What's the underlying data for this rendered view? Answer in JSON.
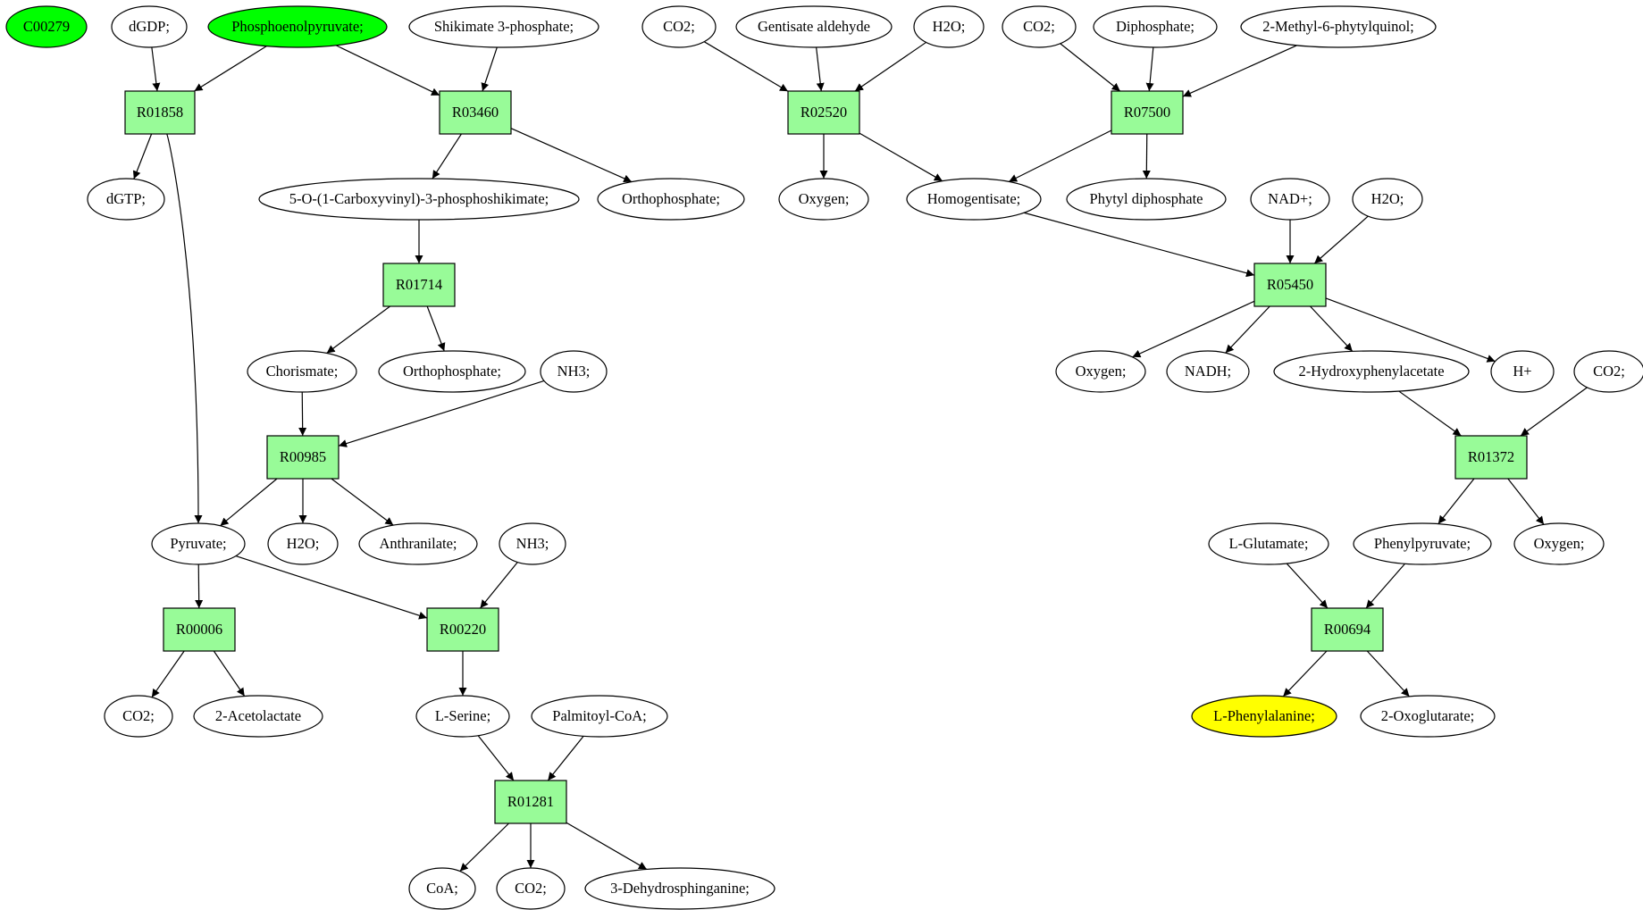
{
  "diagram": {
    "type": "metabolic-pathway-graph",
    "colors": {
      "reaction_fill": "#98fb98",
      "source_fill": "#00ff00",
      "target_fill": "#ffff00",
      "compound_fill": "#ffffff",
      "stroke": "#000000"
    },
    "nodes": [
      {
        "id": "c_c00279",
        "label": "C00279",
        "kind": "compound",
        "highlight": "source"
      },
      {
        "id": "c_dgdp",
        "label": "dGDP;",
        "kind": "compound"
      },
      {
        "id": "c_pep",
        "label": "Phosphoenolpyruvate;",
        "kind": "compound",
        "highlight": "source"
      },
      {
        "id": "c_shik3p",
        "label": "Shikimate 3-phosphate;",
        "kind": "compound"
      },
      {
        "id": "c_co2_a",
        "label": "CO2;",
        "kind": "compound"
      },
      {
        "id": "c_gent_ald",
        "label": "Gentisate aldehyde",
        "kind": "compound"
      },
      {
        "id": "c_h2o_a",
        "label": "H2O;",
        "kind": "compound"
      },
      {
        "id": "c_co2_b",
        "label": "CO2;",
        "kind": "compound"
      },
      {
        "id": "c_diphos",
        "label": "Diphosphate;",
        "kind": "compound"
      },
      {
        "id": "c_mpq",
        "label": "2-Methyl-6-phytylquinol;",
        "kind": "compound"
      },
      {
        "id": "r_R01858",
        "label": "R01858",
        "kind": "reaction"
      },
      {
        "id": "r_R03460",
        "label": "R03460",
        "kind": "reaction"
      },
      {
        "id": "r_R02520",
        "label": "R02520",
        "kind": "reaction"
      },
      {
        "id": "r_R07500",
        "label": "R07500",
        "kind": "reaction"
      },
      {
        "id": "c_dgtp",
        "label": "dGTP;",
        "kind": "compound"
      },
      {
        "id": "c_epsp",
        "label": "5-O-(1-Carboxyvinyl)-3-phosphoshikimate;",
        "kind": "compound"
      },
      {
        "id": "c_ortho_a",
        "label": "Orthophosphate;",
        "kind": "compound"
      },
      {
        "id": "c_oxy_a",
        "label": "Oxygen;",
        "kind": "compound"
      },
      {
        "id": "c_homogent",
        "label": "Homogentisate;",
        "kind": "compound"
      },
      {
        "id": "c_phytyl",
        "label": "Phytyl diphosphate",
        "kind": "compound"
      },
      {
        "id": "c_nad",
        "label": "NAD+;",
        "kind": "compound"
      },
      {
        "id": "c_h2o_b",
        "label": "H2O;",
        "kind": "compound"
      },
      {
        "id": "r_R01714",
        "label": "R01714",
        "kind": "reaction"
      },
      {
        "id": "r_R05450",
        "label": "R05450",
        "kind": "reaction"
      },
      {
        "id": "c_chorismate",
        "label": "Chorismate;",
        "kind": "compound"
      },
      {
        "id": "c_ortho_b",
        "label": "Orthophosphate;",
        "kind": "compound"
      },
      {
        "id": "c_nh3_a",
        "label": "NH3;",
        "kind": "compound"
      },
      {
        "id": "c_oxy_b",
        "label": "Oxygen;",
        "kind": "compound"
      },
      {
        "id": "c_nadh",
        "label": "NADH;",
        "kind": "compound"
      },
      {
        "id": "c_2hpa",
        "label": "2-Hydroxyphenylacetate",
        "kind": "compound"
      },
      {
        "id": "c_hplus",
        "label": "H+",
        "kind": "compound"
      },
      {
        "id": "c_co2_c",
        "label": "CO2;",
        "kind": "compound"
      },
      {
        "id": "r_R00985",
        "label": "R00985",
        "kind": "reaction"
      },
      {
        "id": "r_R01372",
        "label": "R01372",
        "kind": "reaction"
      },
      {
        "id": "c_pyruvate",
        "label": "Pyruvate;",
        "kind": "compound"
      },
      {
        "id": "c_h2o_c",
        "label": "H2O;",
        "kind": "compound"
      },
      {
        "id": "c_anthranilate",
        "label": "Anthranilate;",
        "kind": "compound"
      },
      {
        "id": "c_nh3_b",
        "label": "NH3;",
        "kind": "compound"
      },
      {
        "id": "c_lglu",
        "label": "L-Glutamate;",
        "kind": "compound"
      },
      {
        "id": "c_phenylpyr",
        "label": "Phenylpyruvate;",
        "kind": "compound"
      },
      {
        "id": "c_oxy_c",
        "label": "Oxygen;",
        "kind": "compound"
      },
      {
        "id": "r_R00006",
        "label": "R00006",
        "kind": "reaction"
      },
      {
        "id": "r_R00220",
        "label": "R00220",
        "kind": "reaction"
      },
      {
        "id": "r_R00694",
        "label": "R00694",
        "kind": "reaction"
      },
      {
        "id": "c_co2_d",
        "label": "CO2;",
        "kind": "compound"
      },
      {
        "id": "c_acetolactate",
        "label": "2-Acetolactate",
        "kind": "compound"
      },
      {
        "id": "c_lserine",
        "label": "L-Serine;",
        "kind": "compound"
      },
      {
        "id": "c_palmcoa",
        "label": "Palmitoyl-CoA;",
        "kind": "compound"
      },
      {
        "id": "c_lphe",
        "label": "L-Phenylalanine;",
        "kind": "compound",
        "highlight": "target"
      },
      {
        "id": "c_oxoglut",
        "label": "2-Oxoglutarate;",
        "kind": "compound"
      },
      {
        "id": "r_R01281",
        "label": "R01281",
        "kind": "reaction"
      },
      {
        "id": "c_coa",
        "label": "CoA;",
        "kind": "compound"
      },
      {
        "id": "c_co2_e",
        "label": "CO2;",
        "kind": "compound"
      },
      {
        "id": "c_3dhs",
        "label": "3-Dehydrosphinganine;",
        "kind": "compound"
      }
    ],
    "edges": [
      [
        "c_dgdp",
        "r_R01858"
      ],
      [
        "c_pep",
        "r_R01858"
      ],
      [
        "r_R01858",
        "c_dgtp"
      ],
      [
        "r_R01858",
        "c_pyruvate"
      ],
      [
        "c_pep",
        "r_R03460"
      ],
      [
        "c_shik3p",
        "r_R03460"
      ],
      [
        "r_R03460",
        "c_epsp"
      ],
      [
        "r_R03460",
        "c_ortho_a"
      ],
      [
        "c_co2_a",
        "r_R02520"
      ],
      [
        "c_gent_ald",
        "r_R02520"
      ],
      [
        "c_h2o_a",
        "r_R02520"
      ],
      [
        "r_R02520",
        "c_oxy_a"
      ],
      [
        "r_R02520",
        "c_homogent"
      ],
      [
        "c_co2_b",
        "r_R07500"
      ],
      [
        "c_diphos",
        "r_R07500"
      ],
      [
        "c_mpq",
        "r_R07500"
      ],
      [
        "r_R07500",
        "c_homogent"
      ],
      [
        "r_R07500",
        "c_phytyl"
      ],
      [
        "c_epsp",
        "r_R01714"
      ],
      [
        "r_R01714",
        "c_chorismate"
      ],
      [
        "r_R01714",
        "c_ortho_b"
      ],
      [
        "c_homogent",
        "r_R05450"
      ],
      [
        "c_nad",
        "r_R05450"
      ],
      [
        "c_h2o_b",
        "r_R05450"
      ],
      [
        "r_R05450",
        "c_oxy_b"
      ],
      [
        "r_R05450",
        "c_nadh"
      ],
      [
        "r_R05450",
        "c_2hpa"
      ],
      [
        "r_R05450",
        "c_hplus"
      ],
      [
        "c_chorismate",
        "r_R00985"
      ],
      [
        "c_nh3_a",
        "r_R00985"
      ],
      [
        "r_R00985",
        "c_pyruvate"
      ],
      [
        "r_R00985",
        "c_h2o_c"
      ],
      [
        "r_R00985",
        "c_anthranilate"
      ],
      [
        "c_2hpa",
        "r_R01372"
      ],
      [
        "c_co2_c",
        "r_R01372"
      ],
      [
        "r_R01372",
        "c_phenylpyr"
      ],
      [
        "r_R01372",
        "c_oxy_c"
      ],
      [
        "c_pyruvate",
        "r_R00006"
      ],
      [
        "r_R00006",
        "c_co2_d"
      ],
      [
        "r_R00006",
        "c_acetolactate"
      ],
      [
        "c_pyruvate",
        "r_R00220"
      ],
      [
        "c_nh3_b",
        "r_R00220"
      ],
      [
        "r_R00220",
        "c_lserine"
      ],
      [
        "c_lglu",
        "r_R00694"
      ],
      [
        "c_phenylpyr",
        "r_R00694"
      ],
      [
        "r_R00694",
        "c_lphe"
      ],
      [
        "r_R00694",
        "c_oxoglut"
      ],
      [
        "c_lserine",
        "r_R01281"
      ],
      [
        "c_palmcoa",
        "r_R01281"
      ],
      [
        "r_R01281",
        "c_coa"
      ],
      [
        "r_R01281",
        "c_co2_e"
      ],
      [
        "r_R01281",
        "c_3dhs"
      ]
    ]
  }
}
